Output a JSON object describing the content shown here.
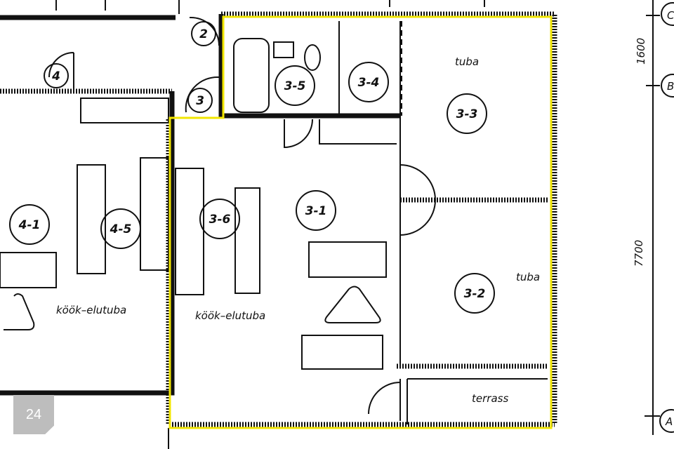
{
  "rooms": {
    "r2": "2",
    "r3": "3",
    "r4": "4",
    "r35": "3-5",
    "r34": "3-4",
    "r33": "3-3",
    "r31": "3-1",
    "r36": "3-6",
    "r41": "4-1",
    "r45": "4-5",
    "r32": "3-2"
  },
  "labels": {
    "tuba_top": "tuba",
    "tuba_right": "tuba",
    "kitchen_left": "köök–elutuba",
    "kitchen_main": "köök–elutuba",
    "terrace": "terrass"
  },
  "dimensions": {
    "upper": "1600",
    "lower": "7700"
  },
  "axes": {
    "c": "C",
    "b": "B",
    "a": "A"
  },
  "page_badge": "24",
  "colors": {
    "highlight": "#f2e600"
  }
}
